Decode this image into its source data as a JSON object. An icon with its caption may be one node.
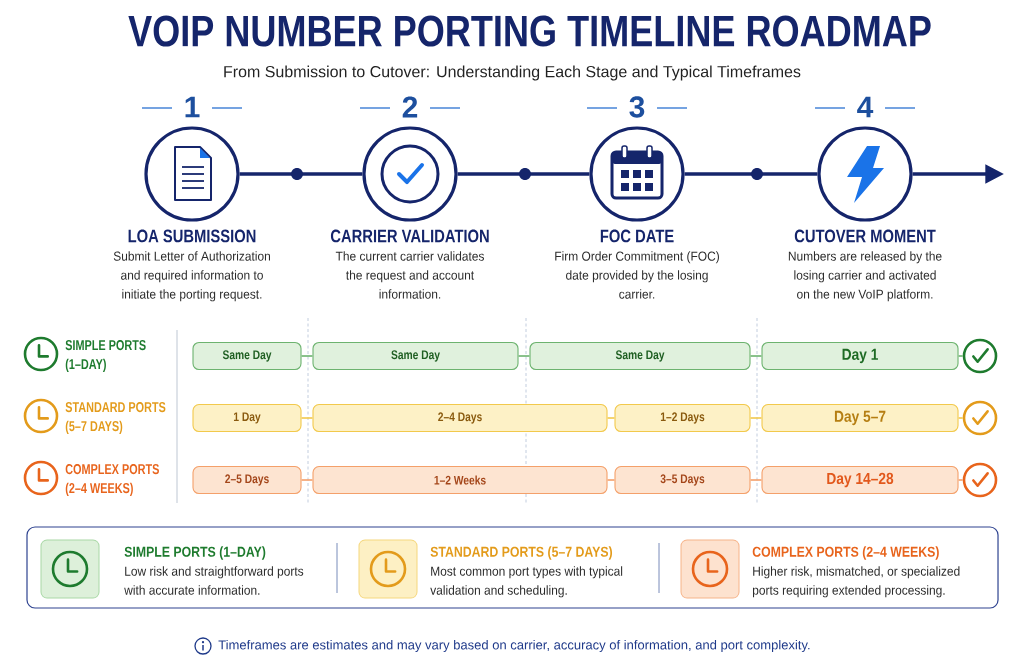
{
  "diagram": {
    "title": "VOIP NUMBER PORTING TIMELINE ROADMAP",
    "nodes": [
      {
        "text": [
          "LOA SUBMISSION",
          "Submit Letter of Authorization and required information to initiate the porting request."
        ],
        "beside": [
          "1"
        ]
      },
      {
        "text": [
          "CARRIER VALIDATION",
          "The current carrier validates the request and account information."
        ],
        "beside": [
          "2"
        ]
      },
      {
        "text": [
          "FOC DATE",
          "Firm Order Commitment (FOC) date provided by the losing carrier."
        ],
        "beside": [
          "3"
        ]
      },
      {
        "text": [
          "CUTOVER MOMENT",
          "Numbers are released by the losing carrier and activated on the new VoIP platform."
        ],
        "beside": [
          "4"
        ]
      },
      {
        "text": [
          "Same Day"
        ]
      },
      {
        "text": [
          "Same Day"
        ]
      },
      {
        "text": [
          "Same Day"
        ]
      },
      {
        "text": [
          "Day 1"
        ]
      },
      {
        "text": [],
        "shape": "circle"
      },
      {
        "text": [
          "1 Day"
        ]
      },
      {
        "text": [
          "2–4 Days"
        ]
      },
      {
        "text": [
          "1–2 Days"
        ]
      },
      {
        "text": [
          "Day 5–7"
        ]
      },
      {
        "text": [],
        "shape": "circle"
      },
      {
        "text": [
          "2–5 Days"
        ]
      },
      {
        "text": [
          "1–2 Weeks"
        ]
      },
      {
        "text": [
          "3–5 Days"
        ]
      },
      {
        "text": [
          "Day 14–28"
        ]
      },
      {
        "text": [],
        "shape": "circle"
      },
      {
        "text": [
          "SIMPLE PORTS (1–DAY)",
          "Low risk and straightforward ports with accurate information.",
          "STANDARD PORTS (5–7 DAYS)",
          "Most common port types with typical validation and scheduling.",
          "COMPLEX PORTS (2–4 WEEKS)",
          "Higher risk, mismatched, or specialized ports requiring extended processing."
        ]
      }
    ],
    "edges": [
      {
        "from": 0,
        "to": 1,
        "arrow": "none",
        "style": "thick"
      },
      {
        "from": 1,
        "to": 2,
        "arrow": "none",
        "style": "thick"
      },
      {
        "from": 2,
        "to": 3,
        "arrow": "none",
        "style": "thick"
      },
      {
        "from": 3,
        "to": null,
        "arrow": "to",
        "style": "thick"
      },
      {
        "from": 4,
        "to": 5,
        "arrow": "none",
        "color": "#6db36f"
      },
      {
        "from": 5,
        "to": 6,
        "arrow": "none",
        "color": "#6db36f"
      },
      {
        "from": 6,
        "to": 7,
        "arrow": "none",
        "color": "#6db36f"
      },
      {
        "from": 7,
        "to": 8,
        "arrow": "none",
        "color": "#6db36f"
      },
      {
        "from": 9,
        "to": 10,
        "arrow": "none",
        "color": "#f2c94c"
      },
      {
        "from": 10,
        "to": 11,
        "arrow": "none",
        "color": "#f2c94c"
      },
      {
        "from": 11,
        "to": 12,
        "arrow": "none",
        "color": "#f2c94c"
      },
      {
        "from": 12,
        "to": 13,
        "arrow": "none",
        "color": "#f2c94c"
      },
      {
        "from": 14,
        "to": 15,
        "arrow": "none",
        "color": "#f4a06a"
      },
      {
        "from": 15,
        "to": 16,
        "arrow": "none",
        "color": "#f4a06a"
      },
      {
        "from": 16,
        "to": 17,
        "arrow": "none",
        "color": "#f4a06a"
      },
      {
        "from": 17,
        "to": 18,
        "arrow": "none",
        "color": "#f4a06a"
      }
    ],
    "labels": [
      "From Submission to Cutover: Understanding Each Stage and Typical Timeframes",
      "SIMPLE PORTS (1–DAY)",
      "STANDARD PORTS (5–7 DAYS)",
      "COMPLEX PORTS (2–4 WEEKS)",
      "Timeframes are estimates and may vary based on carrier, accuracy of information, and port complexity."
    ]
  }
}
